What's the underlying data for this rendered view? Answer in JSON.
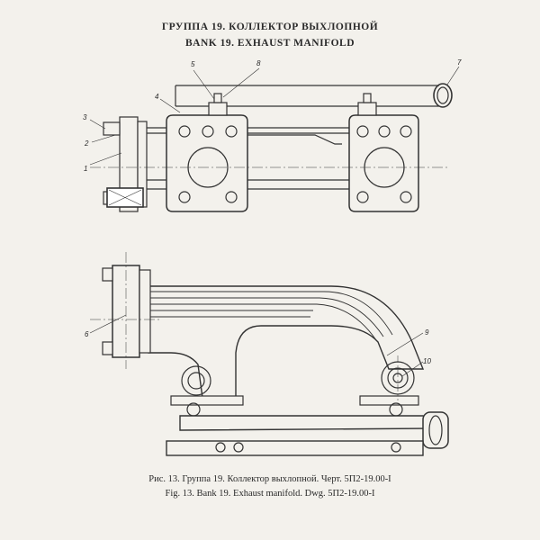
{
  "header": {
    "title_ru": "ГРУППА 19. КОЛЛЕКТОР ВЫХЛОПНОЙ",
    "title_en": "BANK 19. EXHAUST MANIFOLD"
  },
  "callouts": {
    "c1": "1",
    "c2": "2",
    "c3": "3",
    "c4": "4",
    "c5": "5",
    "c6": "6",
    "c7": "7",
    "c8": "8",
    "c9": "9",
    "c10": "10"
  },
  "caption": {
    "ru": "Рис. 13. Группа 19. Коллектор выхлопной. Черт. 5П2-19.00-I",
    "en": "Fig. 13. Bank 19. Exhaust manifold. Dwg. 5П2-19.00-I"
  }
}
